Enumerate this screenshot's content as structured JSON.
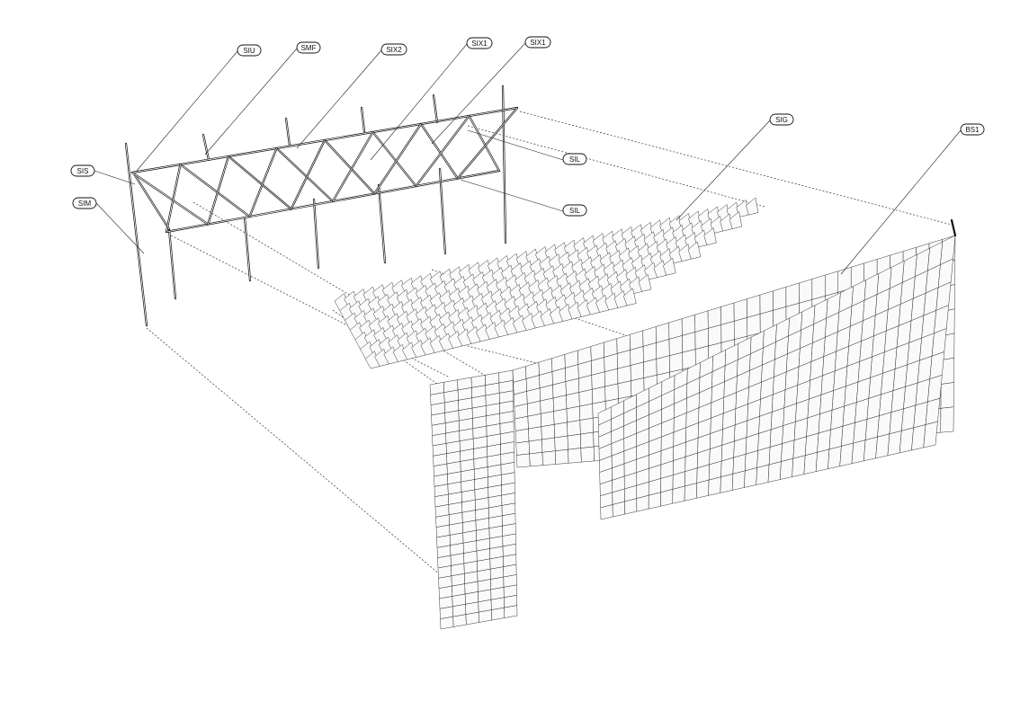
{
  "diagram": {
    "tags": [
      {
        "id": "siu",
        "text": "SIU"
      },
      {
        "id": "smf",
        "text": "SMF"
      },
      {
        "id": "six2",
        "text": "SIX2"
      },
      {
        "id": "six1a",
        "text": "SIX1"
      },
      {
        "id": "six1b",
        "text": "SIX1"
      },
      {
        "id": "sig",
        "text": "SIG"
      },
      {
        "id": "bs1",
        "text": "BS1"
      },
      {
        "id": "sil1",
        "text": "SIL"
      },
      {
        "id": "sil2",
        "text": "SIL"
      },
      {
        "id": "sis",
        "text": "SIS"
      },
      {
        "id": "sim",
        "text": "SIM"
      }
    ],
    "components": {
      "frame": "steel-frame",
      "grid": "cell-grid",
      "wall": "cell-wall"
    }
  }
}
